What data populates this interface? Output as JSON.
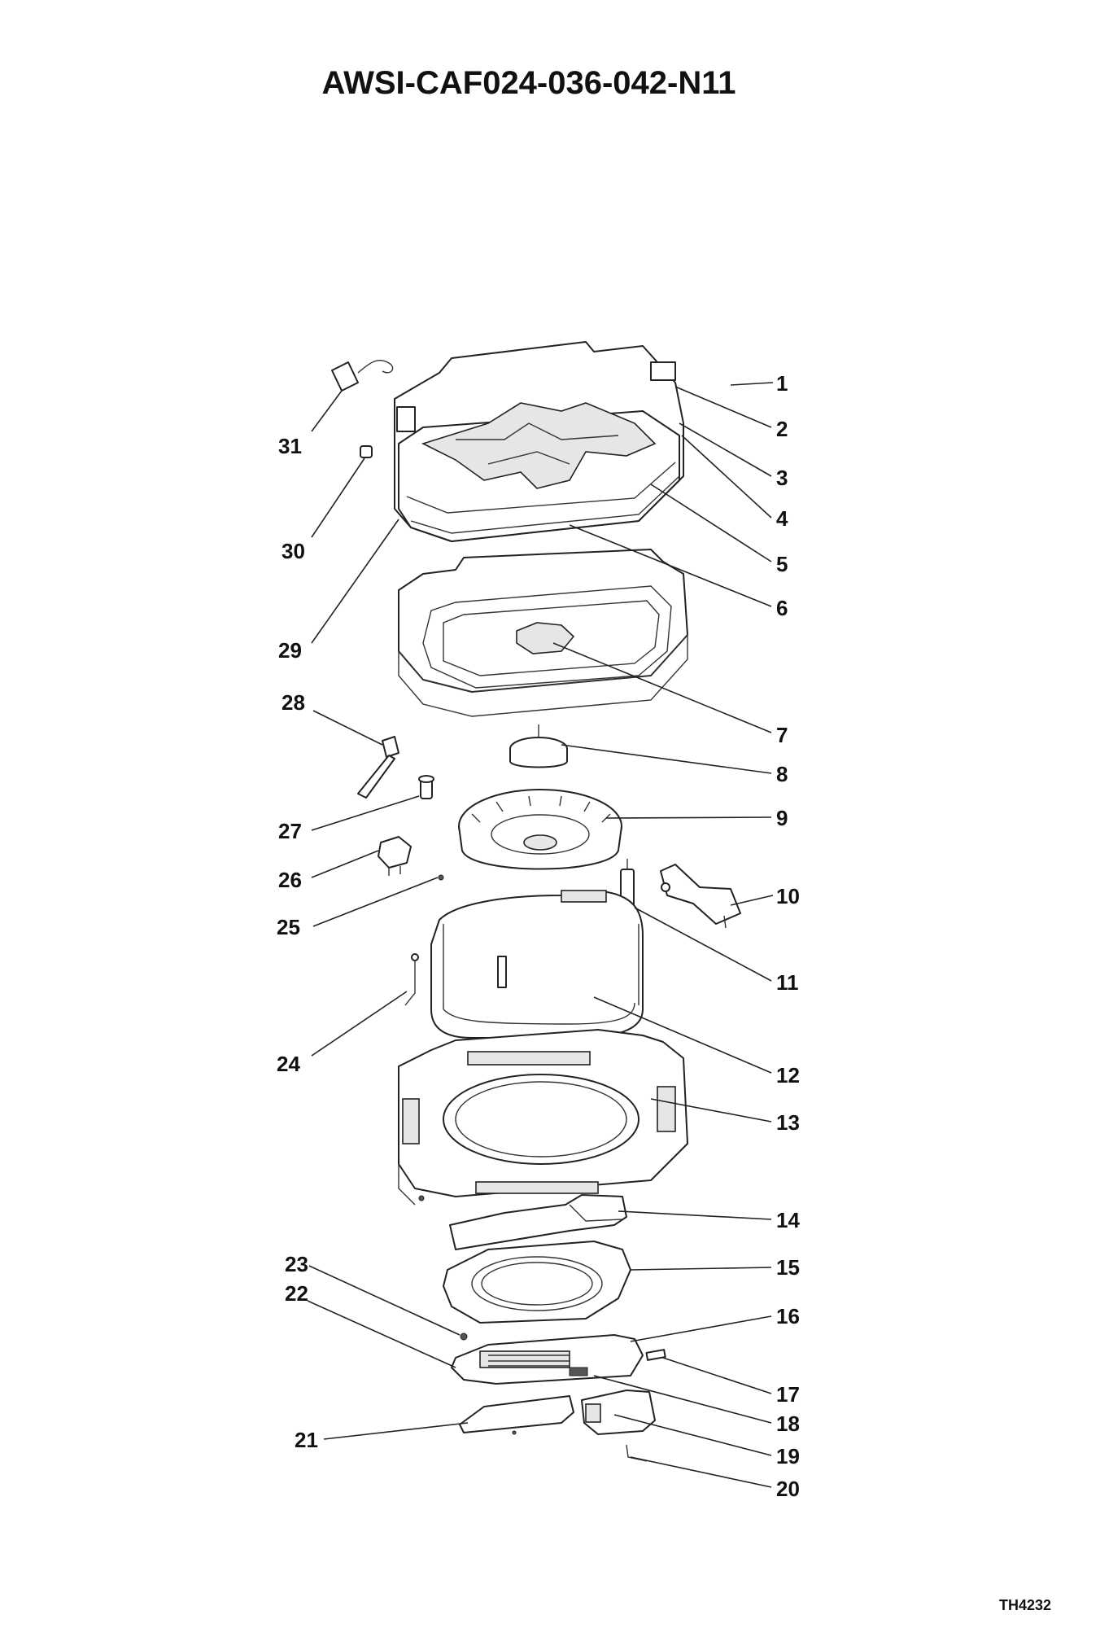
{
  "document": {
    "title": "AWSI-CAF024-036-042-N11",
    "reference_code": "TH4232"
  },
  "callouts": [
    "1",
    "2",
    "3",
    "4",
    "5",
    "6",
    "7",
    "8",
    "9",
    "10",
    "11",
    "12",
    "13",
    "14",
    "15",
    "16",
    "17",
    "18",
    "19",
    "20",
    "21",
    "22",
    "23",
    "24",
    "25",
    "26",
    "27",
    "28",
    "29",
    "30",
    "31"
  ]
}
